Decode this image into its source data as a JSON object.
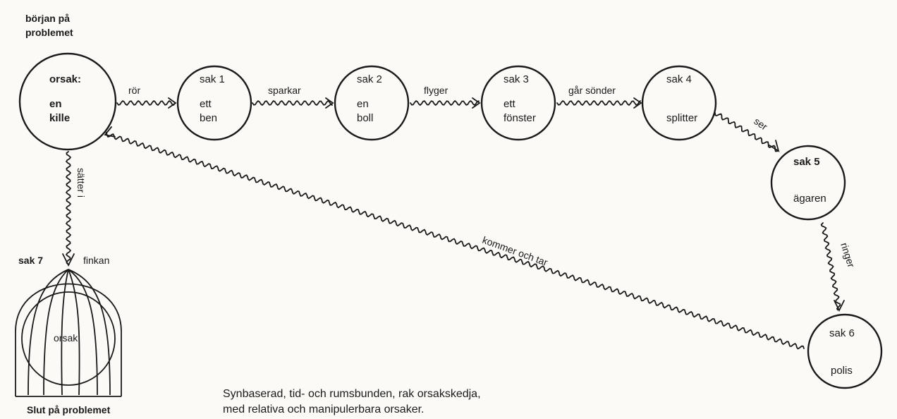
{
  "start_label": [
    "början på",
    "problemet"
  ],
  "end_label": "Slut på problemet",
  "nodes": [
    {
      "id": "orsak",
      "lines": [
        "orsak:",
        "en",
        "kille"
      ]
    },
    {
      "id": "sak1",
      "lines": [
        "sak 1",
        "ett",
        "ben"
      ]
    },
    {
      "id": "sak2",
      "lines": [
        "sak 2",
        "en",
        "boll"
      ]
    },
    {
      "id": "sak3",
      "lines": [
        "sak 3",
        "ett",
        "fönster"
      ]
    },
    {
      "id": "sak4",
      "lines": [
        "sak 4",
        "splitter"
      ]
    },
    {
      "id": "sak5",
      "lines": [
        "sak 5",
        "ägaren"
      ]
    },
    {
      "id": "sak6",
      "lines": [
        "sak 6",
        "polis"
      ]
    }
  ],
  "edges": [
    {
      "from": "orsak",
      "to": "sak1",
      "label": "rör"
    },
    {
      "from": "sak1",
      "to": "sak2",
      "label": "sparkar"
    },
    {
      "from": "sak2",
      "to": "sak3",
      "label": "flyger"
    },
    {
      "from": "sak3",
      "to": "sak4",
      "label": "går sönder"
    },
    {
      "from": "sak4",
      "to": "sak5",
      "label": "ser"
    },
    {
      "from": "sak5",
      "to": "sak6",
      "label": "ringer"
    },
    {
      "from": "sak6",
      "to": "orsak",
      "label": "kommer och tar"
    },
    {
      "from": "orsak",
      "to": "cage",
      "label": "sätter i"
    }
  ],
  "cage": {
    "sak_label": "sak 7",
    "name": "finkan",
    "inner_label": "orsak"
  },
  "caption": [
    "Synbaserad, tid- och rumsbunden, rak orsakskedja,",
    "med relativa och manipulerbara orsaker."
  ]
}
